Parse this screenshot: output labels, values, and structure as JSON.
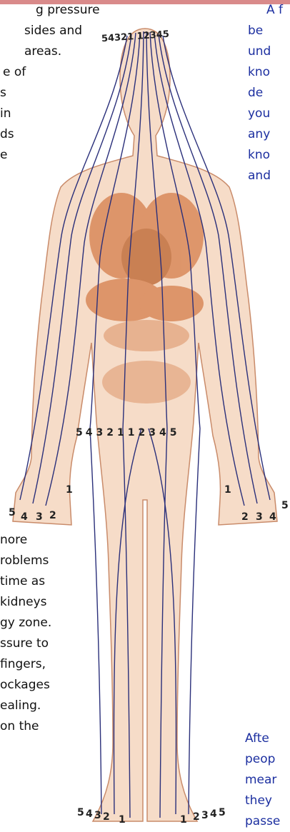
{
  "text_left_top": [
    "g pressure",
    "sides and",
    "areas.",
    "",
    "e of",
    "",
    "",
    "s",
    "in",
    "",
    "",
    "ds",
    "e"
  ],
  "text_right_top": [
    "A f",
    "be",
    "und",
    "kno",
    "de",
    "you",
    "any",
    "kno",
    "and"
  ],
  "text_left_bottom": [
    "nore",
    "roblems",
    "time as",
    "kidneys",
    "gy zone.",
    "ssure to",
    "fingers,",
    "ockages",
    "ealing.",
    "on the"
  ],
  "text_right_bottom": [
    "Afte",
    "peop",
    "mear",
    "they",
    "passe"
  ],
  "zone_numbers": {
    "head": "54321 12345",
    "waist": [
      "5",
      "4",
      "3",
      "2",
      "1",
      "1",
      "2",
      "3",
      "4",
      "5"
    ],
    "left_hand": [
      "5",
      "4",
      "3",
      "2",
      "1"
    ],
    "right_hand": [
      "1",
      "2",
      "3",
      "4",
      "5"
    ],
    "left_foot": [
      "5",
      "4",
      "3",
      "2",
      "1"
    ],
    "right_foot": [
      "1",
      "2",
      "3",
      "4",
      "5"
    ]
  },
  "colors": {
    "body_fill": "#f6dcc8",
    "organ_fill": "#d9895a",
    "zone_lines": "#2a2f7a",
    "text_dark": "#111111",
    "text_blue": "#1c2fa0"
  }
}
